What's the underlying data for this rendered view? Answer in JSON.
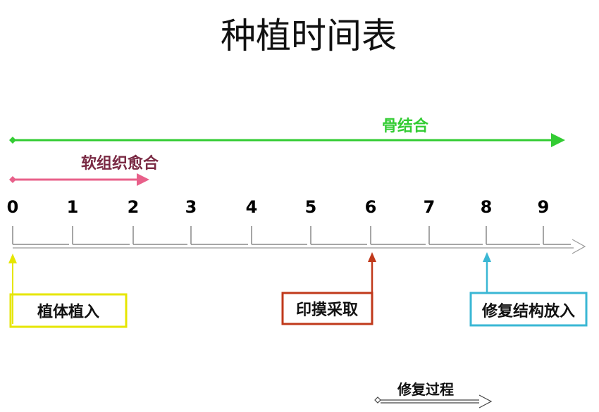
{
  "title": "种植时间表",
  "phases": {
    "bone": {
      "label": "骨结合",
      "color": "#33cc33",
      "start": 0
    },
    "soft_tissue": {
      "label": "软组织愈合",
      "color": "#e8608a",
      "label_color": "#7a2a44",
      "start": 0
    }
  },
  "timeline": {
    "ticks": [
      "0",
      "1",
      "2",
      "3",
      "4",
      "5",
      "6",
      "7",
      "8",
      "9"
    ]
  },
  "events": {
    "implant": {
      "label": "植体植入",
      "at": 0,
      "color": "#e6e600"
    },
    "impression": {
      "label": "印摸采取",
      "at": 6,
      "color": "#c0391b"
    },
    "restoration": {
      "label": "修复结构放入",
      "at": 8,
      "color": "#3ab7d4"
    }
  },
  "footer": {
    "label": "修复过程"
  }
}
